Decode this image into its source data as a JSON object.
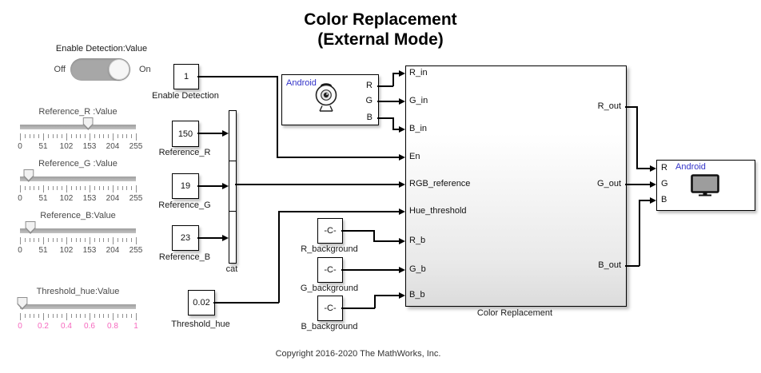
{
  "title": {
    "line1": "Color Replacement",
    "line2": "(External Mode)"
  },
  "copyright": "Copyright 2016-2020 The MathWorks, Inc.",
  "toggle": {
    "label": "Enable Detection:Value",
    "off_label": "Off",
    "on_label": "On",
    "state": "On"
  },
  "sliders": [
    {
      "label": "Reference_R :Value",
      "min": 0,
      "max": 255,
      "value": 150,
      "ticks": [
        "0",
        "51",
        "102",
        "153",
        "204",
        "255"
      ],
      "tick_label_color": "#4d4d4d"
    },
    {
      "label": "Reference_G :Value",
      "min": 0,
      "max": 255,
      "value": 19,
      "ticks": [
        "0",
        "51",
        "102",
        "153",
        "204",
        "255"
      ],
      "tick_label_color": "#4d4d4d"
    },
    {
      "label": "Reference_B:Value",
      "min": 0,
      "max": 255,
      "value": 23,
      "ticks": [
        "0",
        "51",
        "102",
        "153",
        "204",
        "255"
      ],
      "tick_label_color": "#4d4d4d"
    },
    {
      "label": "Threshold_hue:Value",
      "min": 0,
      "max": 1,
      "value": 0.02,
      "ticks": [
        "0",
        "0.2",
        "0.4",
        "0.6",
        "0.8",
        "1"
      ],
      "tick_label_color": "#f668be"
    }
  ],
  "blocks": {
    "enable_detection": {
      "value": "1",
      "label": "Enable Detection"
    },
    "reference_r": {
      "value": "150",
      "label": "Reference_R"
    },
    "reference_g": {
      "value": "19",
      "label": "Reference_G"
    },
    "reference_b": {
      "value": "23",
      "label": "Reference_B"
    },
    "threshold_hue": {
      "value": "0.02",
      "label": "Threshold_hue"
    },
    "cat": {
      "label": "cat"
    },
    "camera": {
      "vendor_label": "Android",
      "ports": [
        "R",
        "G",
        "B"
      ]
    },
    "color_replacement": {
      "label": "Color Replacement",
      "inputs": [
        "R_in",
        "G_in",
        "B_in",
        "En",
        "RGB_reference",
        "Hue_threshold",
        "R_b",
        "G_b",
        "B_b"
      ],
      "outputs": [
        "R_out",
        "G_out",
        "B_out"
      ]
    },
    "r_background": {
      "value": "-C-",
      "label": "R_background"
    },
    "g_background": {
      "value": "-C-",
      "label": "G_background"
    },
    "b_background": {
      "value": "-C-",
      "label": "B_background"
    },
    "display": {
      "vendor_label": "Android",
      "ports": [
        "R",
        "G",
        "B"
      ]
    }
  },
  "colors": {
    "android_label": "#3232c8",
    "wire": "#000000",
    "threshold_tick_pink": "#f668be"
  }
}
